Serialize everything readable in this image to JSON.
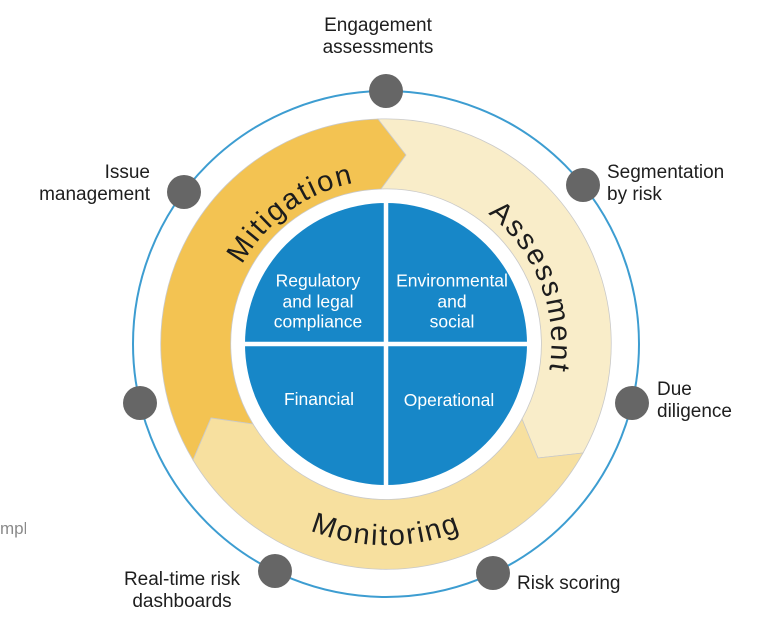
{
  "diagram": {
    "colors": {
      "core_blue": "#1787C8",
      "ring_mitigation": "#F3C352",
      "ring_assessment": "#F9EDC9",
      "ring_monitoring": "#F7E09F",
      "orbit_blue": "#3D9DD1",
      "dot_gray": "#666666"
    },
    "ring_segments": {
      "mitigation": {
        "label": "Mitigation"
      },
      "assessment": {
        "label": "Assessment"
      },
      "monitoring": {
        "label": "Monitoring"
      }
    },
    "core": {
      "quadrant_top_left": {
        "lines": [
          "Regulatory",
          "and legal",
          "compliance"
        ]
      },
      "quadrant_top_right": {
        "lines": [
          "Environmental",
          "and",
          "social"
        ]
      },
      "quadrant_bottom_left": {
        "lines": [
          "Financial"
        ]
      },
      "quadrant_bottom_right": {
        "lines": [
          "Operational"
        ]
      }
    },
    "satellites": {
      "top": "Engagement\nassessments",
      "upper_right": "Segmentation\nby risk",
      "right": "Due\ndiligence",
      "lower_right": "Risk scoring",
      "lower_left": "Real-time risk\ndashboards",
      "upper_left": "Issue\nmanagement"
    },
    "edge_fragment": "mpl"
  }
}
